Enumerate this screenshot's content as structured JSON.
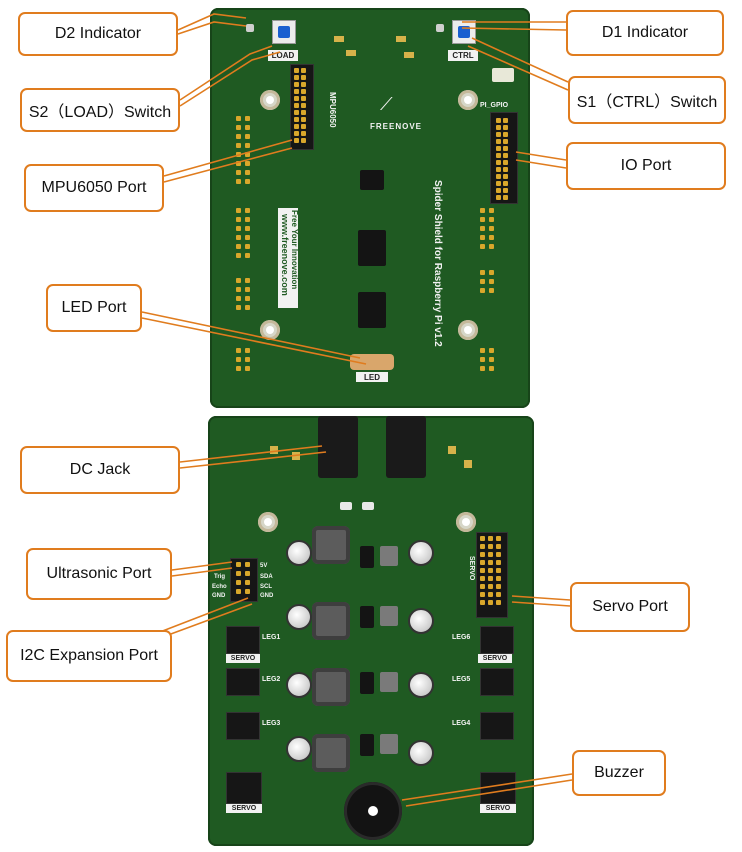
{
  "callouts": {
    "d2_indicator": "D2 Indicator",
    "s2_switch": "S2（LOAD）Switch",
    "mpu6050_port": "MPU6050 Port",
    "led_port": "LED Port",
    "d1_indicator": "D1 Indicator",
    "s1_switch": "S1（CTRL）Switch",
    "io_port": "IO Port",
    "dc_jack": "DC Jack",
    "ultrasonic_port": "Ultrasonic Port",
    "i2c_expansion_port": "I2C Expansion Port",
    "servo_port": "Servo Port",
    "buzzer": "Buzzer"
  },
  "silkscreen": {
    "load": "LOAD",
    "ctrl": "CTRL",
    "led": "LED",
    "mpu6050": "MPU6050",
    "gpio": "PI_GPIO",
    "brand": "FREENOVE",
    "website": "www.freenove.com",
    "slogan": "Free Your Innovation",
    "board_name": "Spider Shield for Raspberry Pi  v1.2",
    "servo": "SERVO",
    "leg1": "LEG1",
    "leg2": "LEG2",
    "leg3": "LEG3",
    "leg4": "LEG4",
    "leg5": "LEG5",
    "leg6": "LEG6",
    "trig": "Trig",
    "echo": "Echo",
    "gnd": "GND",
    "sda": "SDA",
    "scl": "SCL",
    "plus5v": "5V"
  },
  "colors": {
    "pcb": "#1f5a22",
    "callout_border": "#e07c1e",
    "switch_cap": "#1a5fd0",
    "pin": "#d9a72b"
  }
}
